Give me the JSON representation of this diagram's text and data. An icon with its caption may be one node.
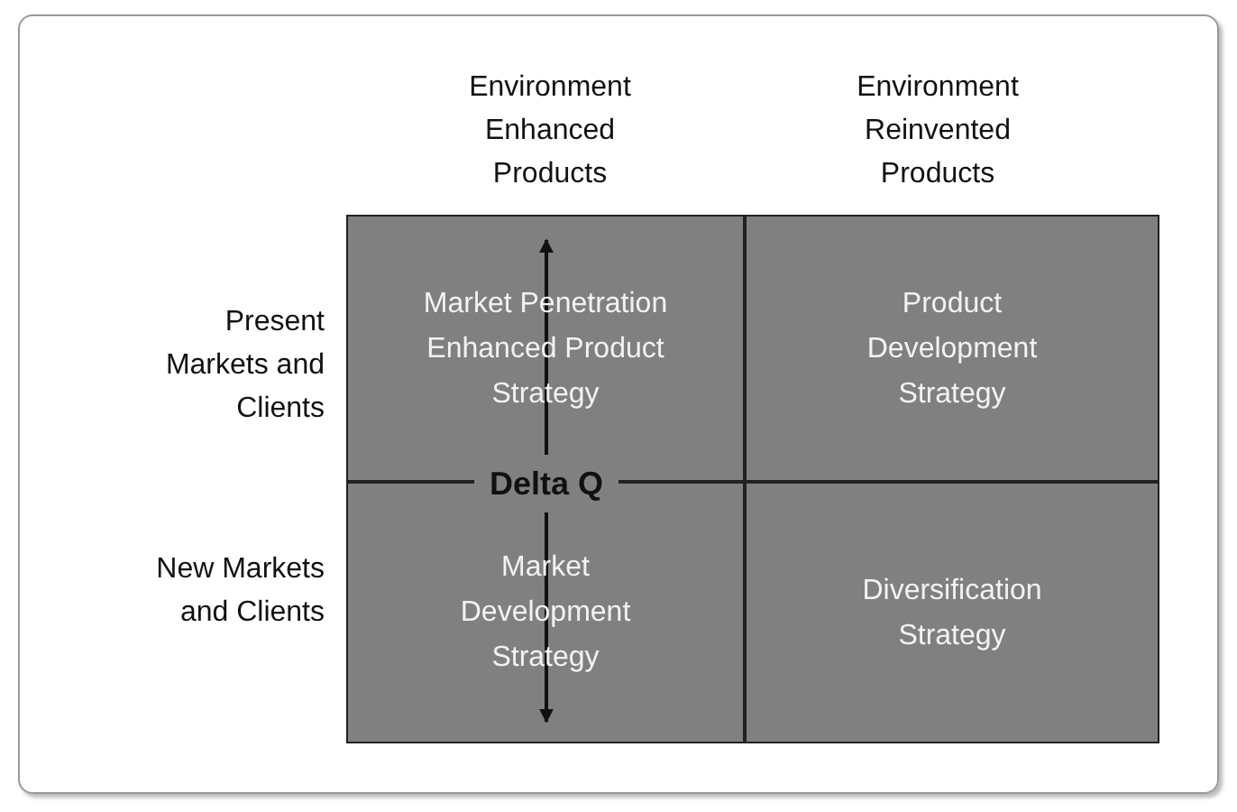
{
  "diagram": {
    "nodes": [
      {
        "text": [
          "Market Penetration Enhanced Product Strategy"
        ]
      },
      {
        "text": [
          "Product Development Strategy"
        ]
      },
      {
        "text": [
          "Market Development Strategy"
        ]
      },
      {
        "text": [
          "Diversification Strategy"
        ]
      }
    ],
    "labels": [
      "Environment Enhanced Products",
      "Environment Reinvented Products",
      "Present Markets and Clients",
      "Delta Q",
      "New Markets and Clients"
    ]
  }
}
